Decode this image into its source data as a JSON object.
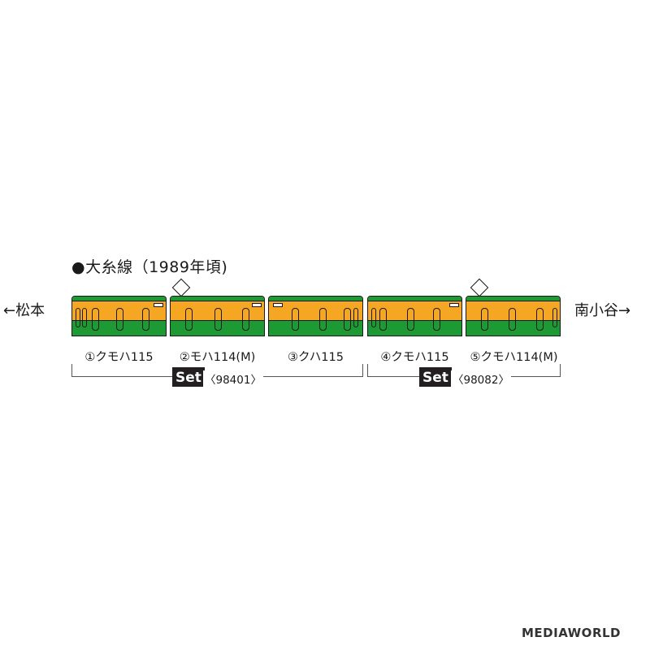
{
  "title": "●大糸線（1989年頃)",
  "direction_left": "←松本",
  "direction_right": "南小谷→",
  "cars": [
    {
      "label": "①クモハ115"
    },
    {
      "label": "②モハ114(M)"
    },
    {
      "label": "③クハ115"
    },
    {
      "label": "④クモハ115"
    },
    {
      "label": "⑤クモハ114(M)"
    }
  ],
  "sets": [
    {
      "badge": "Set",
      "number": "〈98401〉"
    },
    {
      "badge": "Set",
      "number": "〈98082〉"
    }
  ],
  "watermark": "MEDIAWORLD",
  "colors": {
    "body": "#f5a623",
    "stripe": "#1e9a34",
    "outline": "#1a1a1a"
  },
  "pantograph_icon": "diamond-icon"
}
